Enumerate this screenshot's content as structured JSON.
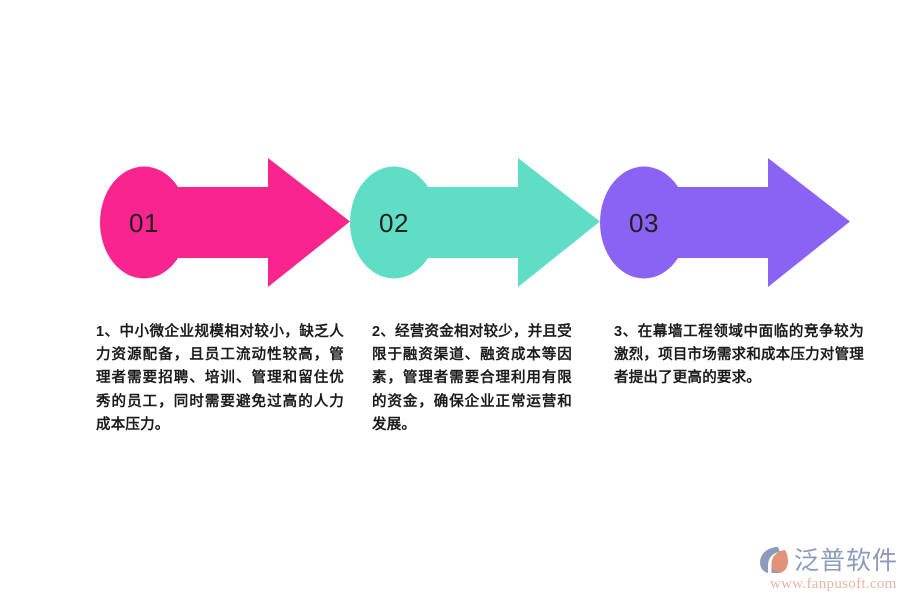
{
  "background_color": "#ffffff",
  "steps": [
    {
      "number": "01",
      "color": "#f7258d",
      "description": "1、中小微企业规模相对较小，缺乏人力资源配备，且员工流动性较高，管理者需要招聘、培训、管理和留住优秀的员工，同时需要避免过高的人力成本压力。"
    },
    {
      "number": "02",
      "color": "#5fddc5",
      "description": "2、经营资金相对较少，并且受限于融资渠道、融资成本等因素，管理者需要合理利用有限的资金，确保企业正常运营和发展。"
    },
    {
      "number": "03",
      "color": "#8a63f5",
      "description": "3、在幕墙工程领域中面临的竞争较为激烈，项目市场需求和成本压力对管理者提出了更高的要求。"
    }
  ],
  "watermark": {
    "brand": "泛普软件",
    "url": "www.fanpusoft.com",
    "brand_color": "#8c9bbd",
    "url_color": "#e8b5a4",
    "mark_color_primary": "#8c9bbd",
    "mark_color_secondary": "#e0927a"
  }
}
